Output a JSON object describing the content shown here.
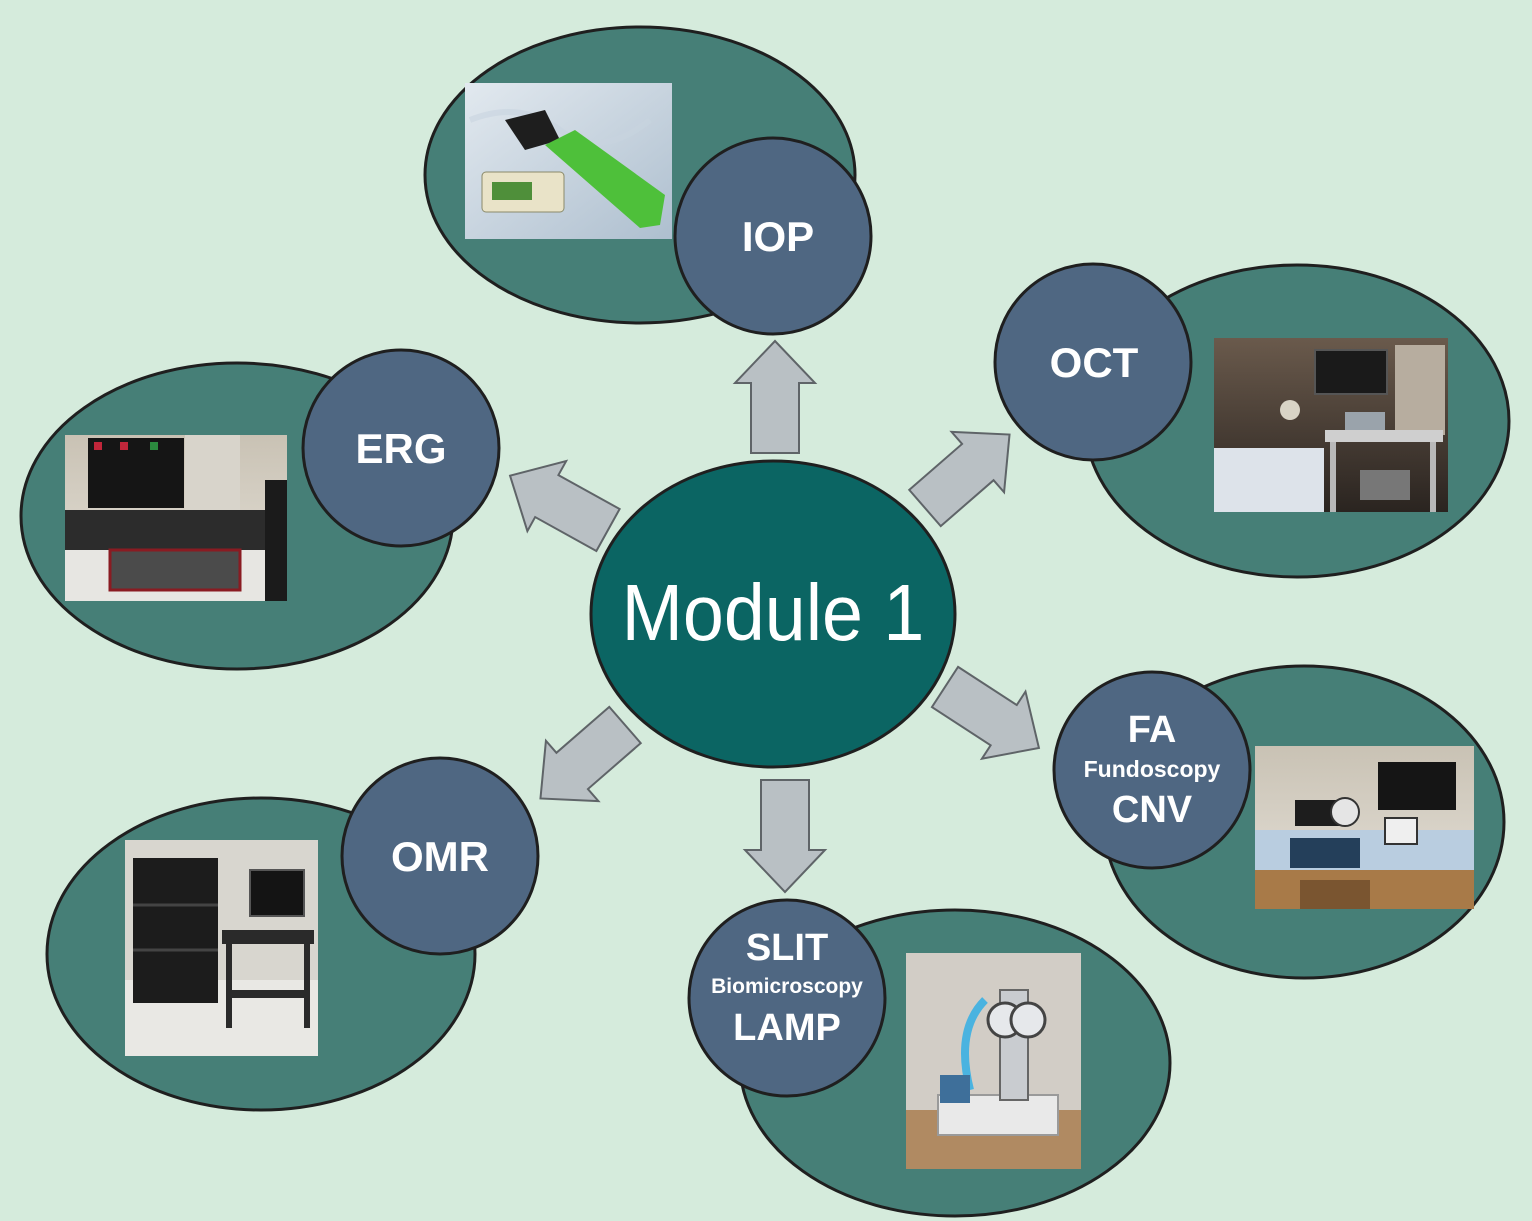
{
  "center": {
    "label": "Module 1"
  },
  "colors": {
    "background": "#d5ebdc",
    "center_fill": "#0b6563",
    "pod_fill": "#467f77",
    "badge_fill": "#4f6782",
    "arrow_fill": "#b9c0c4",
    "outline": "#1f1f1f",
    "text": "#ffffff"
  },
  "modules": {
    "iop": {
      "label": "IOP",
      "photo": "tonometer device photo"
    },
    "oct": {
      "label": "OCT",
      "photo": "OCT imaging station photo"
    },
    "erg": {
      "label": "ERG",
      "photo": "ERG recording setup photo"
    },
    "fa": {
      "line1": "FA",
      "line2": "Fundoscopy",
      "line3": "CNV",
      "photo": "fundus imaging station photo"
    },
    "omr": {
      "label": "OMR",
      "photo": "OMR cabinet and computer photo"
    },
    "slit": {
      "line1": "SLIT",
      "line2": "Biomicroscopy",
      "line3": "LAMP",
      "photo": "slit lamp photo"
    }
  }
}
